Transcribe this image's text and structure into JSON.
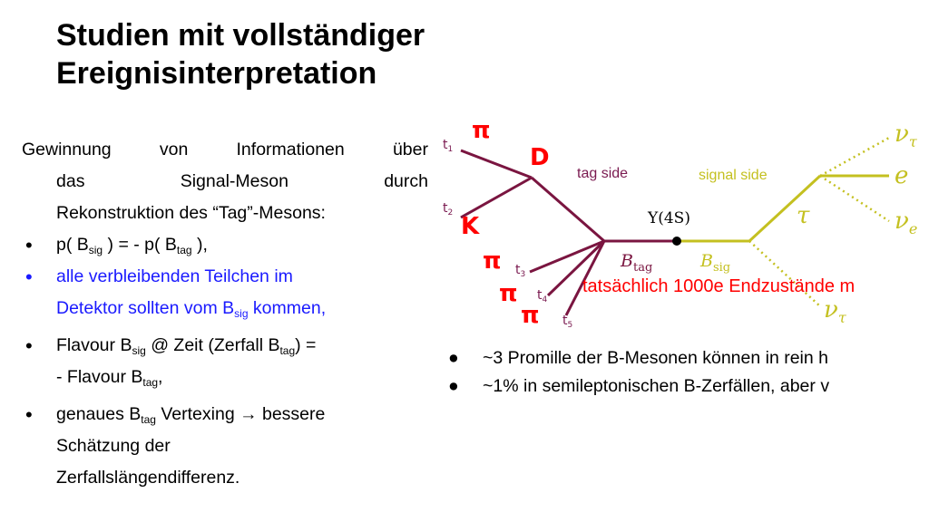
{
  "title": {
    "line1": "Studien mit vollständiger",
    "line2": "Ereignisinterpretation"
  },
  "left": {
    "intro_line1": "Gewinnung von Informationen über",
    "intro_line2": "das Signal-Meson durch",
    "intro_line3": "Rekonstruktion des “Tag”-Mesons:",
    "b1": {
      "pre": "p( B",
      "sub1": "sig",
      "mid": " ) = - p( B",
      "sub2": "tag",
      "post": " ),"
    },
    "b2": {
      "line1": "alle verbleibenden Teilchen im",
      "pre": "Detektor sollten vom B",
      "sub": "sig",
      "post": " kommen,"
    },
    "b3": {
      "pre": "Flavour B",
      "sub1": "sig",
      "mid": " @ Zeit (Zerfall B",
      "sub2": "tag",
      "post": ") =",
      "l2pre": "- Flavour B",
      "l2sub": "tag",
      "l2post": ","
    },
    "b4": {
      "pre": "genaues B",
      "sub": "tag",
      "post": " Vertexing → bessere",
      "line2": "Schätzung der",
      "line3": "Zerfallslängendifferenz."
    }
  },
  "diagram": {
    "pi_top": "π",
    "D": "D",
    "K": "K",
    "pi3": "π",
    "pi4": "π",
    "pi5": "π",
    "t1": "t",
    "t1s": "1",
    "t2": "t",
    "t2s": "2",
    "t3": "t",
    "t3s": "3",
    "t4": "t",
    "t4s": "4",
    "t5": "t",
    "t5s": "5",
    "tag_side": "tag side",
    "signal_side": "signal side",
    "upsilon": "Υ(4S)",
    "btag_b": "B",
    "btag_s": "tag",
    "bsig_b": "B",
    "bsig_s": "sig",
    "tau": "τ",
    "e": "e",
    "nu": "ν",
    "nu_tau_s": "τ",
    "nu_e_s": "e",
    "red_note": "tatsächlich 1000e Endzustände m",
    "colors": {
      "tag": "#7a1540",
      "signal": "#c4c020",
      "red": "#ff0000",
      "label_purple": "#7a1a50"
    }
  },
  "right_bullets": [
    "~3 Promille der B-Mesonen können in rein h",
    "~1% in semileptonischen B-Zerfällen, aber v"
  ]
}
